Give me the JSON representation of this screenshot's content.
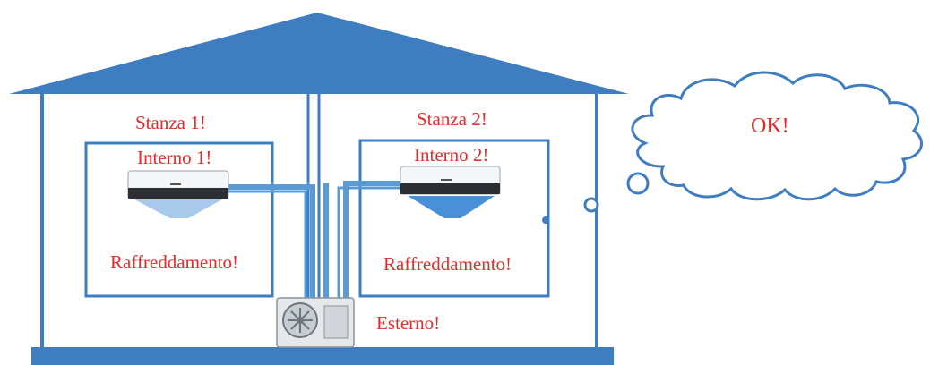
{
  "colors": {
    "structure": "#3F7DC1",
    "pipe": "#5B9BD5",
    "label": "#E8292B",
    "cloud_outline": "#3F7DC1",
    "cold_air_light": "#A9C9EA",
    "cold_air_strong": "#4A90D9"
  },
  "rooms": [
    {
      "name": "Stanza 1!",
      "unit": "Interno 1!",
      "mode": "Raffreddamento!"
    },
    {
      "name": "Stanza 2!",
      "unit": "Interno 2!",
      "mode": "Raffreddamento!"
    }
  ],
  "outdoor": {
    "label": "Esterno!"
  },
  "thought": {
    "text": "OK!"
  },
  "icons": [
    "indoor-ac-unit-icon",
    "outdoor-ac-unit-icon",
    "fan-icon",
    "thought-cloud-icon"
  ]
}
